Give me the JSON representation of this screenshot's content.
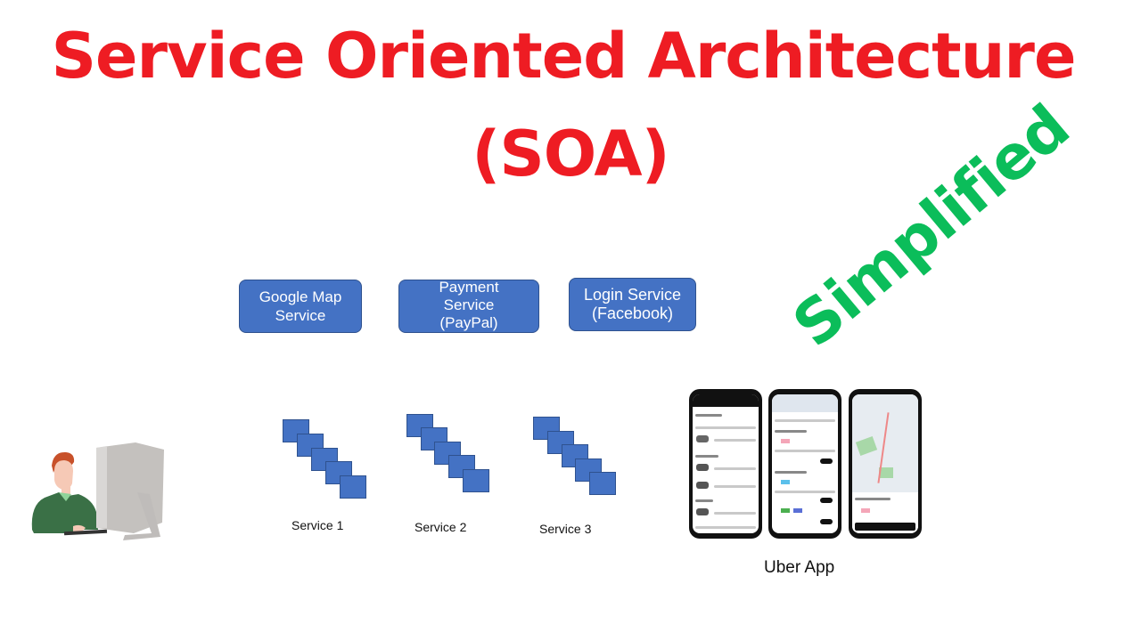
{
  "title": {
    "line1": "Service Oriented Architecture",
    "line2": "(SOA)",
    "color": "#ee1c23"
  },
  "tagline": {
    "text": "Simplified",
    "color": "#0bbd5a"
  },
  "external_services": [
    {
      "label": "Google Map\nService"
    },
    {
      "label": "Payment\nService\n(PayPal)"
    },
    {
      "label": "Login Service\n(Facebook)"
    }
  ],
  "internal_services": [
    {
      "label": "Service 1"
    },
    {
      "label": "Service 2"
    },
    {
      "label": "Service 3"
    }
  ],
  "app": {
    "label": "Uber App",
    "screens": [
      "ride-options-screen",
      "route-options-screen",
      "map-screen"
    ]
  },
  "illustration": {
    "icon": "person-at-computer-icon"
  },
  "colors": {
    "box_fill": "#4472c4",
    "box_border": "#2f528f"
  }
}
